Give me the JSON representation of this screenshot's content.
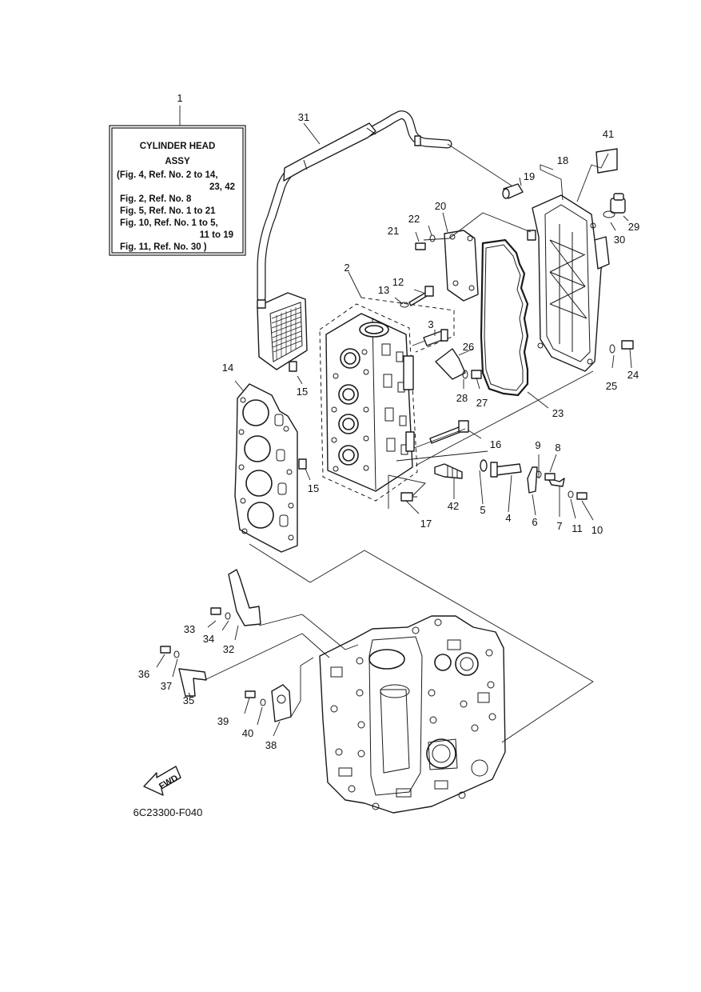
{
  "assembly_box": {
    "line1": "CYLINDER HEAD",
    "line2": "ASSY",
    "line3": "(Fig. 4, Ref. No. 2 to 14,",
    "line4": "23, 42",
    "line5": "Fig. 2, Ref. No. 8",
    "line6": "Fig. 5, Ref. No. 1 to 21",
    "line7": "Fig. 10, Ref. No. 1 to 5,",
    "line8": "11 to 19",
    "line9": "Fig. 11, Ref. No. 30 )"
  },
  "callouts": [
    "1",
    "2",
    "3",
    "4",
    "5",
    "6",
    "7",
    "8",
    "9",
    "10",
    "11",
    "12",
    "13",
    "14",
    "15",
    "16",
    "17",
    "18",
    "19",
    "20",
    "21",
    "22",
    "23",
    "24",
    "25",
    "26",
    "27",
    "28",
    "29",
    "30",
    "31",
    "32",
    "33",
    "34",
    "35",
    "36",
    "37",
    "38",
    "39",
    "40",
    "41",
    "42"
  ],
  "callout_15_second": "15",
  "forward_arrow": {
    "label": "FWD"
  },
  "drawing_code": "6C23300-F040"
}
